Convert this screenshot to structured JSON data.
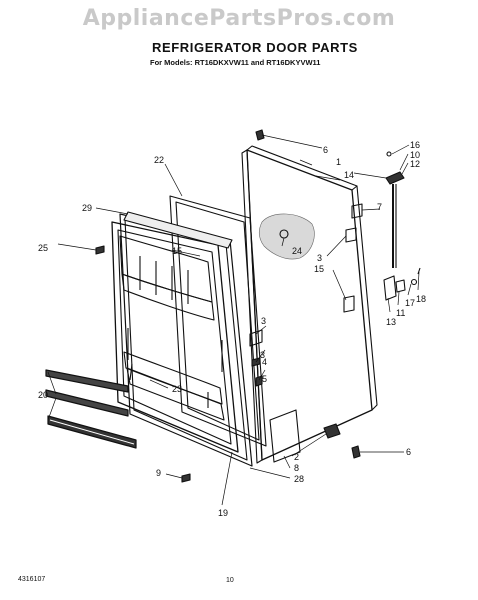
{
  "header": {
    "watermark": "AppliancePartsPros.com",
    "title": "REFRIGERATOR DOOR PARTS",
    "subtitle": "For Models: RT16DKXVW11 and RT16DKYVW11"
  },
  "footer": {
    "part_number": "4316107",
    "page": "10"
  },
  "callouts": {
    "c1": "1",
    "c2": "2",
    "c3a": "3",
    "c3b": "3",
    "c3c": "3",
    "c4": "4",
    "c5": "5",
    "c6a": "6",
    "c6b": "6",
    "c7": "7",
    "c8": "8",
    "c9": "9",
    "c10": "10",
    "c11": "11",
    "c12": "12",
    "c13": "13",
    "c14": "14",
    "c15a": "15",
    "c15b": "15",
    "c16": "16",
    "c17": "17",
    "c18": "18",
    "c19": "19",
    "c20": "20",
    "c22": "22",
    "c23": "23",
    "c24": "24",
    "c25": "25",
    "c28": "28",
    "c29": "29"
  }
}
